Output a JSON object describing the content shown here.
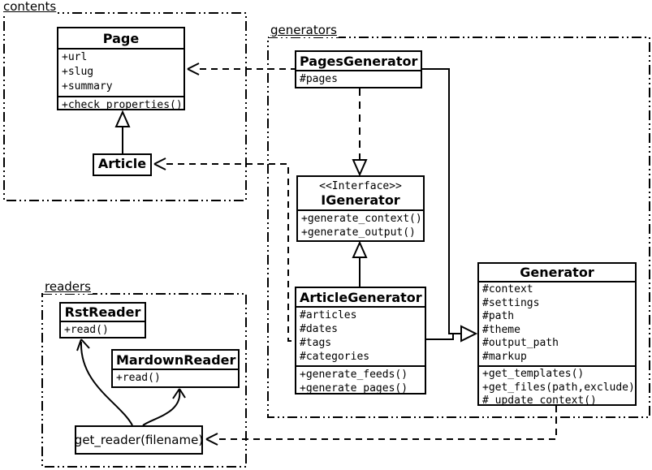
{
  "diagram": {
    "packages": {
      "contents": {
        "label": "contents"
      },
      "generators": {
        "label": "generators"
      },
      "readers": {
        "label": "readers"
      }
    },
    "classes": {
      "page": {
        "name": "Page",
        "attrs": [
          "+url",
          "+slug",
          "+summary"
        ],
        "methods": [
          "+check_properties()"
        ]
      },
      "article": {
        "name": "Article"
      },
      "pages_generator": {
        "name": "PagesGenerator",
        "attrs": [
          "#pages"
        ]
      },
      "igenerator": {
        "stereotype": "<<Interface>>",
        "name": "IGenerator",
        "methods": [
          "+generate_context()",
          "+generate_output()"
        ]
      },
      "article_generator": {
        "name": "ArticleGenerator",
        "attrs": [
          "#articles",
          "#dates",
          "#tags",
          "#categories"
        ],
        "methods": [
          "+generate_feeds()",
          "+generate_pages()"
        ]
      },
      "generator": {
        "name": "Generator",
        "attrs": [
          "#context",
          "#settings",
          "#path",
          "#theme",
          "#output_path",
          "#markup"
        ],
        "methods": [
          "+get_templates()",
          "+get_files(path,exclude)",
          "#_update_context()"
        ]
      },
      "rst_reader": {
        "name": "RstReader",
        "methods": [
          "+read()"
        ]
      },
      "markdown_reader": {
        "name": "MardownReader",
        "methods": [
          "+read()"
        ]
      },
      "get_reader": {
        "name": "get_reader(filename)"
      }
    },
    "relationships": [
      {
        "from": "Article",
        "to": "Page",
        "type": "inheritance"
      },
      {
        "from": "PagesGenerator",
        "to": "IGenerator",
        "type": "realization"
      },
      {
        "from": "ArticleGenerator",
        "to": "IGenerator",
        "type": "inheritance"
      },
      {
        "from": "PagesGenerator",
        "to": "Generator",
        "type": "inheritance"
      },
      {
        "from": "ArticleGenerator",
        "to": "Generator",
        "type": "inheritance"
      },
      {
        "from": "PagesGenerator",
        "to": "Page",
        "type": "dependency"
      },
      {
        "from": "ArticleGenerator",
        "to": "Article",
        "type": "dependency"
      },
      {
        "from": "Generator",
        "to": "get_reader(filename)",
        "type": "dependency"
      },
      {
        "from": "get_reader(filename)",
        "to": "RstReader",
        "type": "dependency"
      },
      {
        "from": "get_reader(filename)",
        "to": "MardownReader",
        "type": "dependency"
      }
    ],
    "colors": {
      "line": "#000000",
      "background": "#ffffff"
    }
  }
}
